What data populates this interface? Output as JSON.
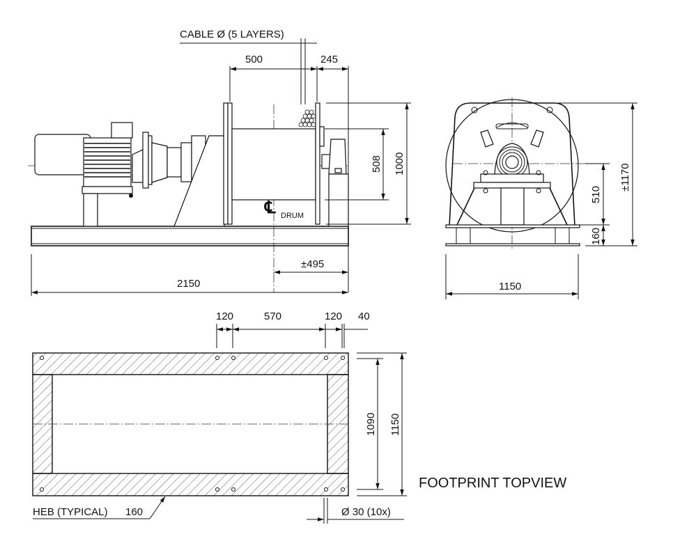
{
  "side_view": {
    "cable_label": "CABLE Ø (5 LAYERS)",
    "dim_drum_width": "500",
    "dim_flange_offset": "245",
    "dim_drum_dia": "508",
    "dim_flange_dia": "1000",
    "dim_centerline_offset": "±495",
    "dim_total_length": "2150",
    "centerline_symbol": "℄",
    "centerline_label": "DRUM"
  },
  "end_view": {
    "dim_total_height": "±1170",
    "dim_axis_height": "510",
    "dim_base_height": "160",
    "dim_width": "1150"
  },
  "footprint": {
    "title": "FOOTPRINT  TOPVIEW",
    "dim_top": [
      "120",
      "570",
      "120",
      "40"
    ],
    "dim_inner_width": "1090",
    "dim_outer_width": "1150",
    "beam_label": "HEB (TYPICAL)",
    "beam_size": "160",
    "hole_label": "Ø 30 (10x)"
  }
}
